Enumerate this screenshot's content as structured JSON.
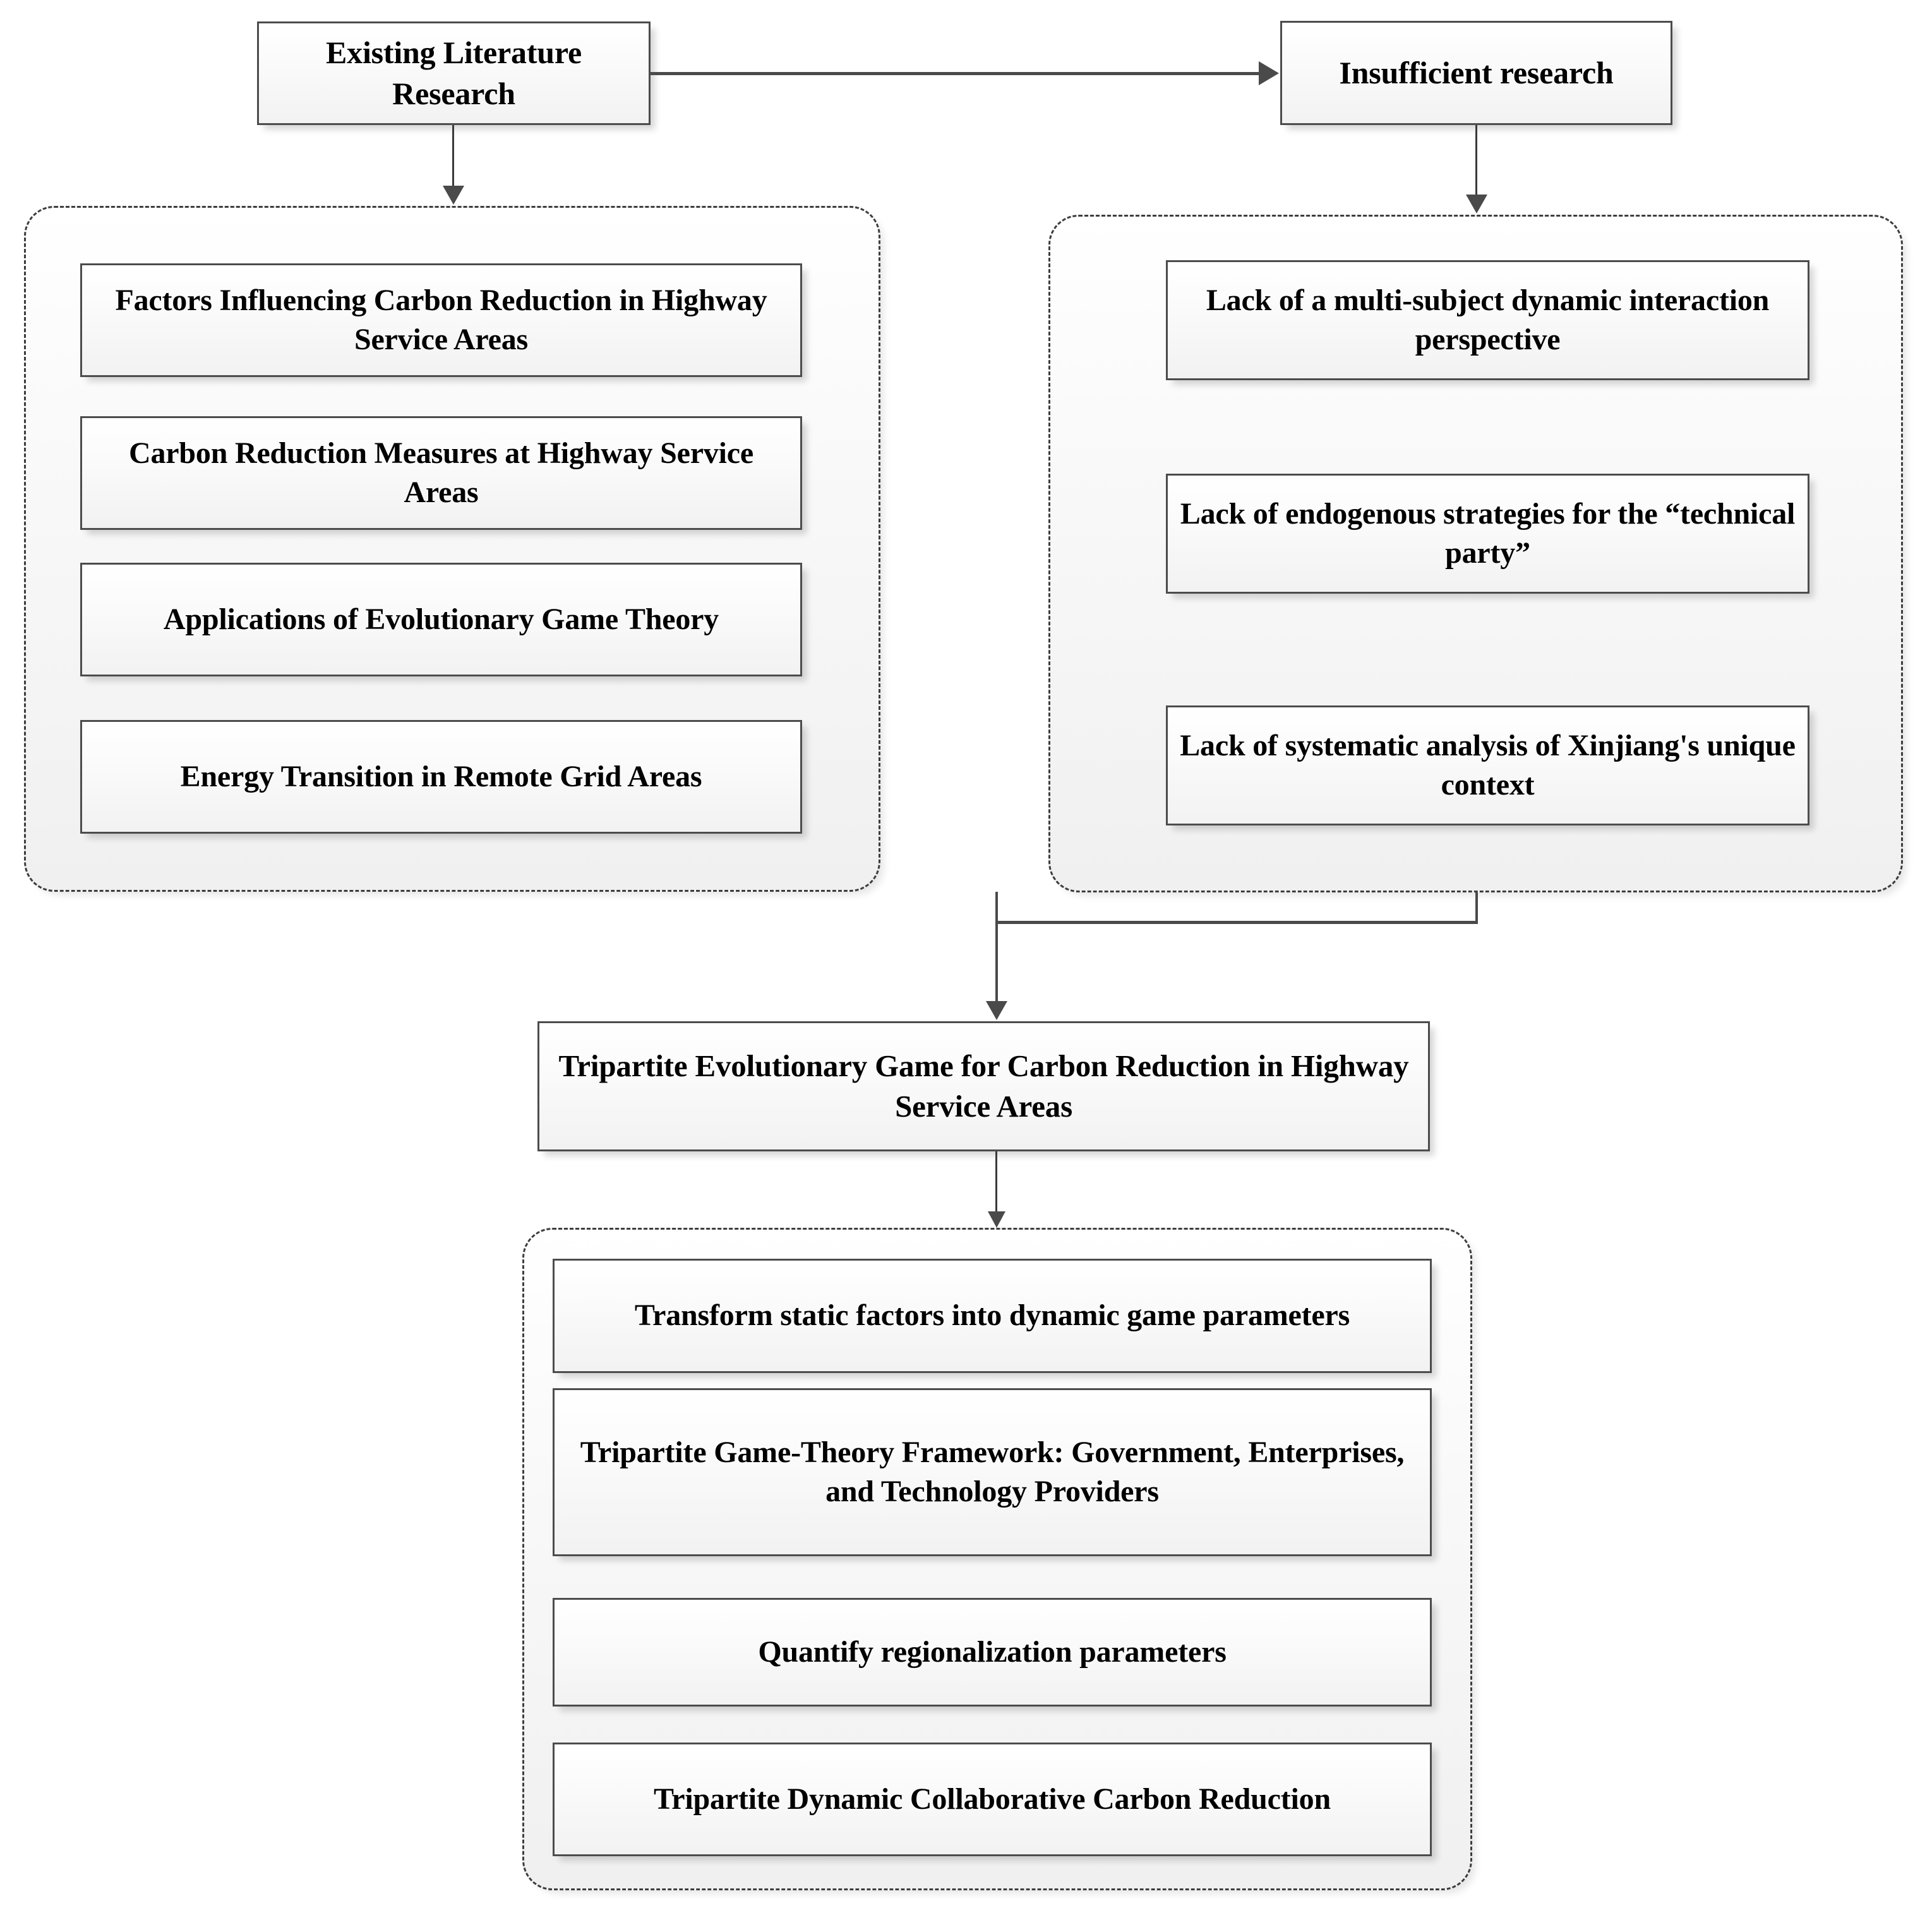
{
  "diagram": {
    "title": "Research framework flowchart: Tripartite Evolutionary Game for Carbon Reduction in Highway Service Areas",
    "nodes": {
      "literature_review": "Existing Literature Research",
      "insufficient_research": "Insufficient research",
      "central": "Tripartite Evolutionary Game for Carbon Reduction in Highway Service Areas"
    },
    "left_group": {
      "items": [
        "Factors Influencing Carbon Reduction in Highway Service Areas",
        "Carbon Reduction Measures at Highway Service Areas",
        "Applications of Evolutionary Game Theory",
        "Energy Transition in Remote Grid Areas"
      ]
    },
    "right_group": {
      "items": [
        "Lack of a multi-subject dynamic interaction perspective",
        "Lack of endogenous strategies for the “technical party”",
        "Lack of systematic analysis of Xinjiang's unique context"
      ]
    },
    "bottom_group": {
      "items": [
        "Transform static factors into dynamic game parameters",
        "Tripartite Game-Theory Framework: Government, Enterprises, and Technology Providers",
        "Quantify regionalization parameters",
        "Tripartite Dynamic Collaborative Carbon Reduction"
      ]
    },
    "colors": {
      "box_border": "#4c4c4c",
      "group_border": "#3d3d3d",
      "connector": "#4a4a4a",
      "box_fill_top": "#ffffff",
      "box_fill_bottom": "#f2f2f2",
      "text": "#000000",
      "background": "#ffffff"
    }
  }
}
